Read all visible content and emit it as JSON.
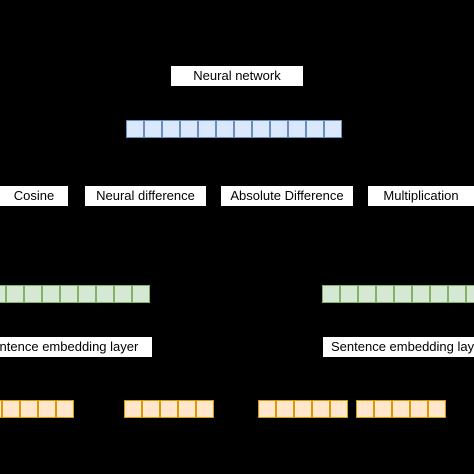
{
  "title_label": "Neural network",
  "operations": [
    "Cosine",
    "Neural difference",
    "Absolute Difference",
    "Multiplication"
  ],
  "sentence_embedding_left": "Sentence embedding layer",
  "sentence_embedding_right": "Sentence embedding layer",
  "colors": {
    "background": "#000000",
    "label_fill": "#ffffff",
    "nn_vector_fill": "#dae8fc",
    "nn_vector_stroke": "#6c8ebf",
    "sentence_vector_fill": "#d5e8d4",
    "sentence_vector_stroke": "#82b366",
    "word_vector_fill": "#ffe6cc",
    "word_vector_stroke": "#d79b00"
  },
  "vectors": {
    "neural_network_cells": 12,
    "sentence_left_cells": 9,
    "sentence_right_cells": 9,
    "word_groups_cells": [
      5,
      5,
      5,
      5
    ]
  }
}
